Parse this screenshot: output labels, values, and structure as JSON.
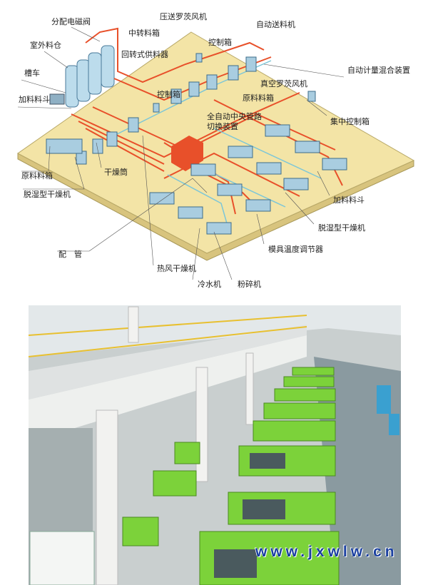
{
  "diagram": {
    "labels": {
      "distribution_valve": "分配电磁阀",
      "pressure_roots_blower": "压送罗茨风机",
      "auto_loader": "自动送料机",
      "transfer_bin": "中转料箱",
      "outdoor_silo": "室外料仓",
      "control_box_top": "控制箱",
      "rotary_feeder": "回转式供料器",
      "tank_truck": "槽车",
      "auto_dosing_mixer": "自动计量混合装置",
      "feed_hopper_left": "加料料斗",
      "vacuum_roots_blower": "真空罗茨风机",
      "control_box_mid": "控制箱",
      "raw_material_bin_mid": "原料料箱",
      "central_switch_line1": "全自动中央管路",
      "central_switch_line2": "切换装置",
      "central_control_box": "集中控制箱",
      "drying_drum": "干燥筒",
      "raw_material_bin_left": "原料料箱",
      "dehumidifying_dryer_left": "脱湿型干燥机",
      "feed_hopper_right": "加料料斗",
      "dehumidifying_dryer_right": "脱湿型干燥机",
      "piping": "配　管",
      "mold_temp_controller": "模具温度调节器",
      "hot_air_dryer": "热风干燥机",
      "chiller": "冷水机",
      "crusher": "粉碎机"
    },
    "colors": {
      "platform": "#f3e4a6",
      "pipe": "#e8502a",
      "vacuum_pipe": "#7cc6d8",
      "machine": "#a9cde0"
    }
  },
  "photo": {
    "watermark": "www.jxwlw.cn",
    "colors": {
      "machine": "#7cd23a",
      "floor": "#8a9aa0",
      "railing": "#e8c030"
    }
  }
}
